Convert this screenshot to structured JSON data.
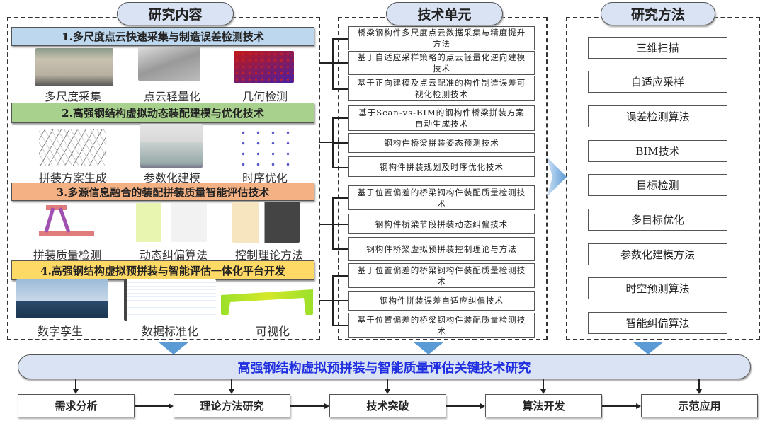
{
  "columns": {
    "content_title": "研究内容",
    "tech_title": "技术单元",
    "method_title": "研究方法"
  },
  "content": {
    "sections": [
      {
        "title": "1.多尺度点云快速采集与制造误差检测技术",
        "color": "#bdd7ee",
        "captions": [
          "多尺度采集",
          "点云轻量化",
          "几何检测"
        ]
      },
      {
        "title": "2.高强钢结构虚拟动态装配建模与优化技术",
        "color": "#a9d18e",
        "captions": [
          "拼装方案生成",
          "参数化建模",
          "时序优化"
        ]
      },
      {
        "title": "3.多源信息融合的装配拼装质量智能评估技术",
        "color": "#f4b183",
        "captions": [
          "拼装质量检测",
          "动态纠偏算法",
          "控制理论方法"
        ]
      },
      {
        "title": "4.高强钢结构虚拟预拼装与智能评估一体化平台开发",
        "color": "#ffd966",
        "captions": [
          "数字孪生",
          "数据标准化",
          "可视化"
        ]
      }
    ]
  },
  "tech_units": [
    "桥梁钢构件多尺度点云数据采集与精度提升方法",
    "基于自适应采样策略的点云轻量化逆向建模技术",
    "基于正向建模及点云配准的构件制造误差可视化检测技术",
    "基于Scan-vs-BIM的钢构件桥梁拼装方案自动生成技术",
    "钢构件桥梁拼装姿态预测技术",
    "钢构件拼装规划及时序优化技术",
    "基于位置偏差的桥梁钢构件装配质量检测技术",
    "钢构件桥梁节段拼装动态纠偏技术",
    "钢构件桥梁虚拟预拼装控制理论与方法",
    "基于位置偏差的桥梁钢构件装配质量检测技术",
    "钢构件拼装误差自适应纠偏技术",
    "基于位置偏差的桥梁钢构件装配质量检测技术"
  ],
  "methods": [
    "三维扫描",
    "自适应采样",
    "误差检测算法",
    "BIM技术",
    "目标检测",
    "多目标优化",
    "参数化建模方法",
    "时空预测算法",
    "智能纠偏算法"
  ],
  "summary": "高强钢结构虚拟预拼装与智能质量评估关键技术研究",
  "steps": [
    "需求分析",
    "理论方法研究",
    "技术突破",
    "算法开发",
    "示范应用"
  ],
  "colors": {
    "accent": "#5b9bd5",
    "summary_text": "#1f2ee0",
    "pill": "#dae3f3"
  }
}
